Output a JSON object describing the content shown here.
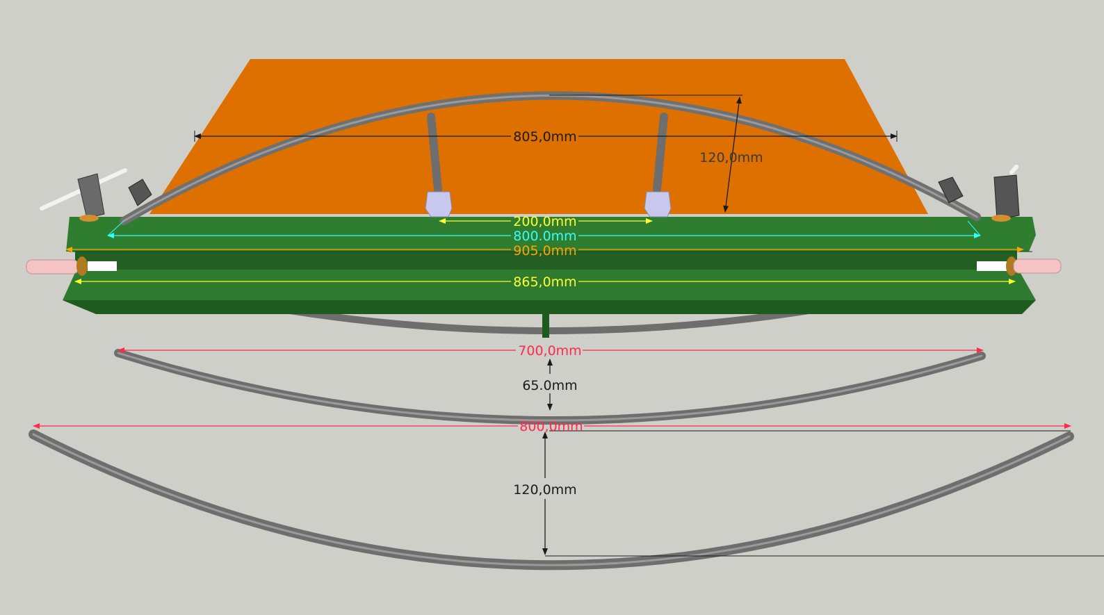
{
  "colors": {
    "background": "#cfcfca",
    "plate": "#de7000",
    "rail_green": "#2e7d2e",
    "rail_green_dark": "#1f5f1f",
    "pipe": "#7a7a7a",
    "dim_black": "#1a1a1a",
    "dim_yellow": "#ffff33",
    "dim_cyan": "#33ffff",
    "dim_orange": "#ffa500",
    "dim_red": "#ff2a4a",
    "fitting": "#c8c8ee",
    "end_cap": "#f4c4c4"
  },
  "dimensions": {
    "arch_width": "805,0mm",
    "arch_height": "120,0mm",
    "post_spacing": "200,0mm",
    "rail_inner": "800.0mm",
    "rail_outer": "905,0mm",
    "rail_lower": "865,0mm",
    "bow_small_width": "700,0mm",
    "bow_small_depth": "65.0mm",
    "bow_large_width": "800,0mm",
    "bow_large_depth": "120,0mm"
  },
  "parts": [
    "orange-base-plate",
    "green-rail",
    "upper-arch-pipe",
    "support-post",
    "compression-fitting",
    "lower-bow-small",
    "lower-bow-large",
    "t-handle-clamp",
    "end-cap-pin"
  ]
}
